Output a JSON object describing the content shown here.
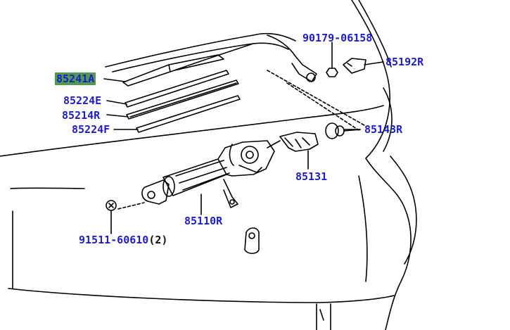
{
  "diagram": {
    "parts": [
      {
        "id": "p85241a",
        "code": "85241A",
        "highlighted": true
      },
      {
        "id": "p85224e",
        "code": "85224E"
      },
      {
        "id": "p85214r",
        "code": "85214R"
      },
      {
        "id": "p85224f",
        "code": "85224F"
      },
      {
        "id": "p90179",
        "code": "90179-06158"
      },
      {
        "id": "p85192r",
        "code": "85192R"
      },
      {
        "id": "p85143r",
        "code": "85143R"
      },
      {
        "id": "p85131",
        "code": "85131"
      },
      {
        "id": "p85110r",
        "code": "85110R"
      },
      {
        "id": "p91511",
        "code": "91511-60610",
        "qty": "(2)"
      }
    ],
    "colors": {
      "label": "#1c1cd6",
      "highlight": "#4f9a4f",
      "line": "#000000"
    }
  }
}
